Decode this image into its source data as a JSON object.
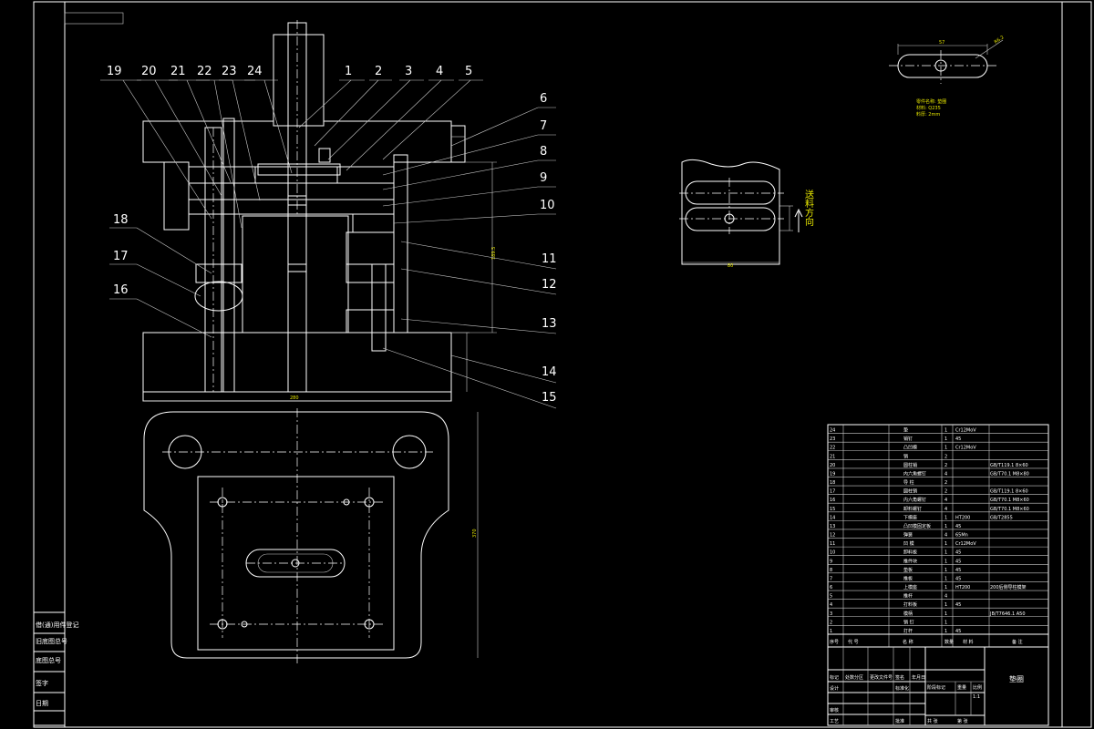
{
  "drawing": {
    "callouts": [
      {
        "num": "19"
      },
      {
        "num": "20"
      },
      {
        "num": "21"
      },
      {
        "num": "22"
      },
      {
        "num": "23"
      },
      {
        "num": "24"
      },
      {
        "num": "1"
      },
      {
        "num": "2"
      },
      {
        "num": "3"
      },
      {
        "num": "4"
      },
      {
        "num": "5"
      },
      {
        "num": "6"
      },
      {
        "num": "7"
      },
      {
        "num": "8"
      },
      {
        "num": "9"
      },
      {
        "num": "10"
      },
      {
        "num": "11"
      },
      {
        "num": "12"
      },
      {
        "num": "13"
      },
      {
        "num": "14"
      },
      {
        "num": "15"
      },
      {
        "num": "18"
      },
      {
        "num": "17"
      },
      {
        "num": "16"
      }
    ],
    "dims": {
      "overall_width": "280",
      "vertical_main": "189.5",
      "plan_height": "370",
      "strip_width": "80",
      "part_length": "57",
      "part_radius": "R6.2"
    },
    "part_notes": [
      "零件名称: 垫圈",
      "材料: Q235",
      "料厚: 2mm"
    ],
    "feed_direction_label": "送料方向",
    "title_block": {
      "parts": [
        {
          "no": "24",
          "name": "垫",
          "qty": "1",
          "material": "Cr12MoV",
          "note": ""
        },
        {
          "no": "23",
          "name": "销钉",
          "qty": "1",
          "material": "45",
          "note": ""
        },
        {
          "no": "22",
          "name": "凸凹模",
          "qty": "1",
          "material": "Cr12MoV",
          "note": ""
        },
        {
          "no": "21",
          "name": "销",
          "qty": "2",
          "material": "",
          "note": ""
        },
        {
          "no": "20",
          "name": "圆柱销",
          "qty": "2",
          "material": "",
          "note": "GB/T119.1 8×60"
        },
        {
          "no": "19",
          "name": "内六角螺钉",
          "qty": "4",
          "material": "",
          "note": "GB/T70.1 M8×80"
        },
        {
          "no": "18",
          "name": "导 柱",
          "qty": "2",
          "material": "",
          "note": ""
        },
        {
          "no": "17",
          "name": "圆柱销",
          "qty": "2",
          "material": "",
          "note": "GB/T119.1 8×60"
        },
        {
          "no": "16",
          "name": "内六角螺钉",
          "qty": "4",
          "material": "",
          "note": "GB/T70.1 M8×60"
        },
        {
          "no": "15",
          "name": "卸料螺钉",
          "qty": "4",
          "material": "",
          "note": "GB/T70.1 M8×60"
        },
        {
          "no": "14",
          "name": "下模座",
          "qty": "1",
          "material": "HT200",
          "note": "GB/T2855"
        },
        {
          "no": "13",
          "name": "凸凹模固定板",
          "qty": "1",
          "material": "45",
          "note": ""
        },
        {
          "no": "12",
          "name": "弹簧",
          "qty": "4",
          "material": "65Mn",
          "note": ""
        },
        {
          "no": "11",
          "name": "凹 模",
          "qty": "1",
          "material": "Cr12MoV",
          "note": ""
        },
        {
          "no": "10",
          "name": "卸料板",
          "qty": "1",
          "material": "45",
          "note": ""
        },
        {
          "no": "9",
          "name": "推件块",
          "qty": "1",
          "material": "45",
          "note": ""
        },
        {
          "no": "8",
          "name": "垫板",
          "qty": "1",
          "material": "45",
          "note": ""
        },
        {
          "no": "7",
          "name": "推板",
          "qty": "1",
          "material": "45",
          "note": ""
        },
        {
          "no": "6",
          "name": "上模座",
          "qty": "1",
          "material": "HT200",
          "note": "200后侧导柱模架"
        },
        {
          "no": "5",
          "name": "推杆",
          "qty": "4",
          "material": "",
          "note": ""
        },
        {
          "no": "4",
          "name": "打料板",
          "qty": "1",
          "material": "45",
          "note": ""
        },
        {
          "no": "3",
          "name": "模柄",
          "qty": "1",
          "material": "",
          "note": "JB/T7646.1 A50"
        },
        {
          "no": "2",
          "name": "销 钉",
          "qty": "1",
          "material": "",
          "note": ""
        },
        {
          "no": "1",
          "name": "打杆",
          "qty": "1",
          "material": "45",
          "note": ""
        }
      ],
      "headers": [
        "序号",
        "代 号",
        "名 称",
        "数量",
        "材 料",
        "备 注"
      ],
      "drawing_title": "垫圈",
      "scale": "1:1",
      "sign_rows": [
        "标记",
        "处数",
        "分区",
        "更改文件号",
        "签名",
        "年月日"
      ],
      "roles": [
        "设计",
        "审核",
        "工艺",
        "标准化",
        "批准"
      ],
      "stage_labels": [
        "阶段标记",
        "重量",
        "比例"
      ],
      "sheet_labels": [
        "共 张",
        "第 张"
      ]
    },
    "side_labels": [
      "借(通)用件登记",
      "旧底图总号",
      "底图总号",
      "签字",
      "日期"
    ]
  }
}
